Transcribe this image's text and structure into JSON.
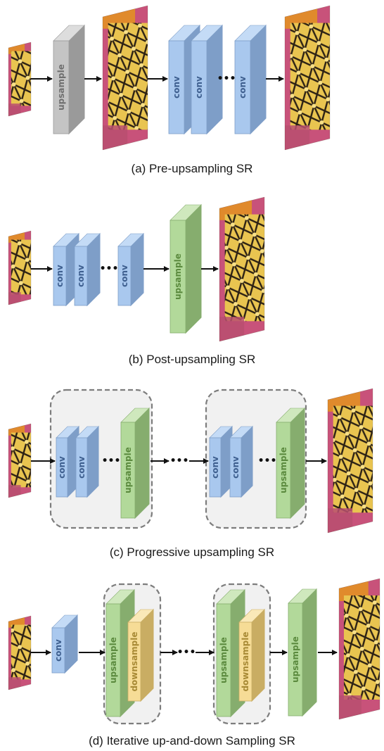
{
  "panels": [
    {
      "caption": "(a) Pre-upsampling SR"
    },
    {
      "caption": "(b) Post-upsampling SR"
    },
    {
      "caption": "(c) Progressive upsampling SR"
    },
    {
      "caption": "(d) Iterative up-and-down Sampling SR"
    }
  ],
  "labels": {
    "conv": "conv",
    "upsample": "upsample",
    "downsample": "downsample",
    "ellipsis": "•••"
  },
  "colors": {
    "conv_front": "#a9c8ee",
    "conv_side": "#7e9ec8",
    "conv_top": "#c4dbf6",
    "conv_text": "#3e5f8f",
    "up_front": "#b2d99a",
    "up_side": "#86ad6e",
    "up_top": "#cfe8bd",
    "up_text": "#5b8a3e",
    "down_front": "#f6dc96",
    "down_side": "#c9ad63",
    "down_top": "#fae9b8",
    "down_text": "#a88a35",
    "gray_front": "#c4c4c4",
    "gray_side": "#9a9a9a",
    "gray_top": "#dddddd",
    "gray_text": "#6f6f6f",
    "group_fill": "#f1f1f1",
    "group_stroke": "#7d7d7d"
  }
}
